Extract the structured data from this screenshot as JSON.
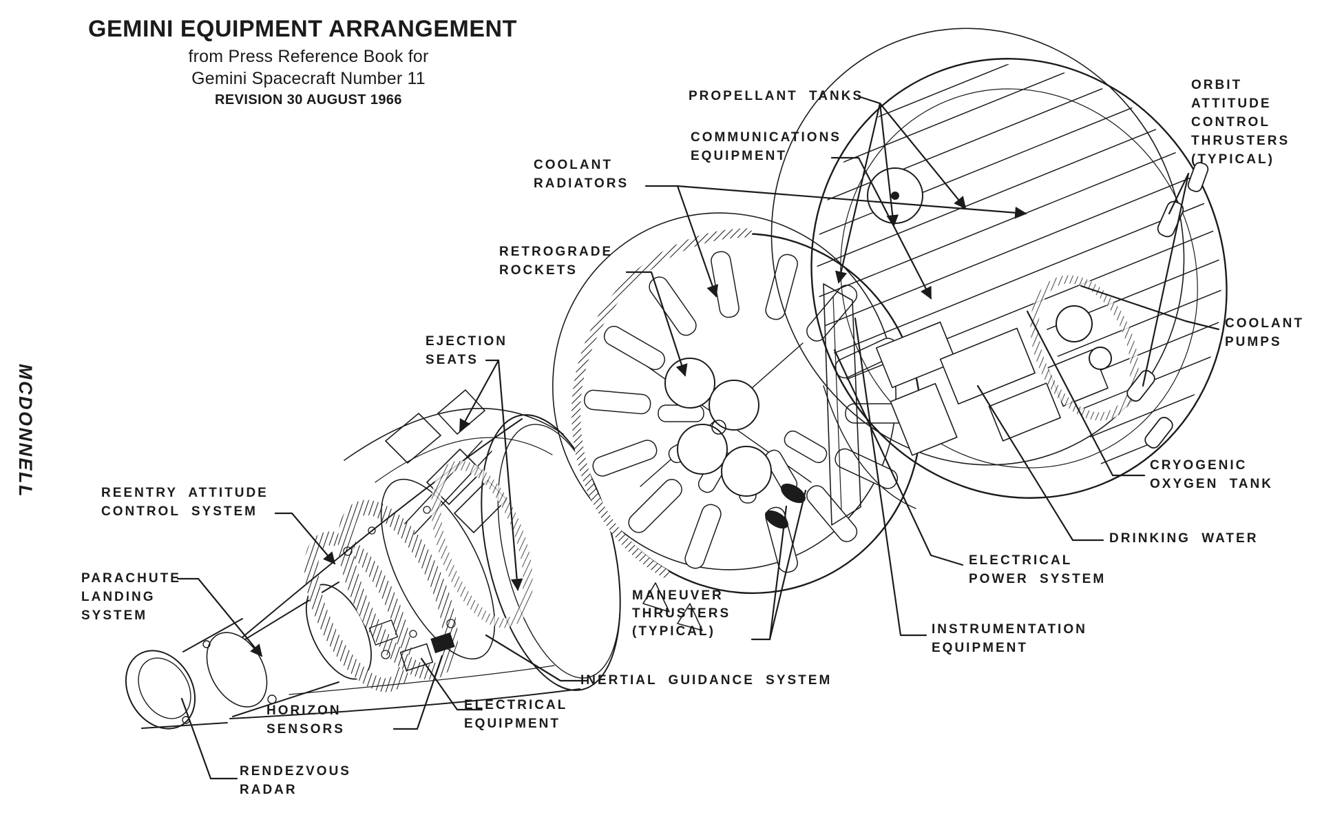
{
  "header": {
    "title": "GEMINI EQUIPMENT ARRANGEMENT",
    "subtitle_line1": "from Press Reference Book for",
    "subtitle_line2": "Gemini Spacecraft Number 11",
    "revision": "REVISION 30 AUGUST 1966"
  },
  "watermark": "MCDONNELL",
  "colors": {
    "ink": "#1b1b1b",
    "background": "#ffffff"
  },
  "labels": {
    "propellant_tanks": "PROPELLANT TANKS",
    "communications_equipment": "COMMUNICATIONS\nEQUIPMENT",
    "coolant_radiators": "COOLANT\nRADIATORS",
    "orbit_attitude_control_thrusters": "ORBIT\nATTITUDE\nCONTROL\nTHRUSTERS\n(TYPICAL)",
    "retrograde_rockets": "RETROGRADE\nROCKETS",
    "ejection_seats": "EJECTION\nSEATS",
    "coolant_pumps": "COOLANT\nPUMPS",
    "cryogenic_oxygen_tank": "CRYOGENIC\nOXYGEN TANK",
    "drinking_water": "DRINKING WATER",
    "electrical_power_system": "ELECTRICAL\nPOWER SYSTEM",
    "instrumentation_equipment": "INSTRUMENTATION\nEQUIPMENT",
    "maneuver_thrusters": "MANEUVER\nTHRUSTERS\n(TYPICAL)",
    "inertial_guidance_system": "INERTIAL GUIDANCE SYSTEM",
    "electrical_equipment": "ELECTRICAL\nEQUIPMENT",
    "horizon_sensors": "HORIZON\nSENSORS",
    "rendezvous_radar": "RENDEZVOUS\nRADAR",
    "reentry_attitude_control_system": "REENTRY ATTITUDE\nCONTROL SYSTEM",
    "parachute_landing_system": "PARACHUTE\nLANDING\nSYSTEM"
  }
}
